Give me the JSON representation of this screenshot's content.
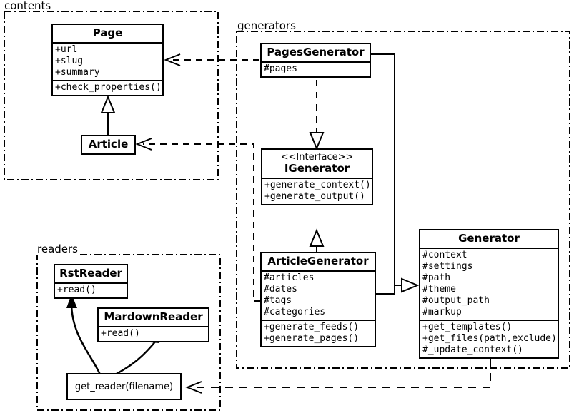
{
  "diagram": {
    "title": "Pelican architecture UML class diagram",
    "background": "#ffffff",
    "line_color": "#000000"
  },
  "packages": [
    {
      "id": "contents",
      "label": "contents"
    },
    {
      "id": "generators",
      "label": "generators"
    },
    {
      "id": "readers",
      "label": "readers"
    }
  ],
  "classes": {
    "page": {
      "name": "Page",
      "stereotype": "",
      "attributes": [
        "+url",
        "+slug",
        "+summary"
      ],
      "methods": [
        "+check_properties()"
      ]
    },
    "article": {
      "name": "Article",
      "stereotype": "",
      "attributes": [],
      "methods": []
    },
    "pages_generator": {
      "name": "PagesGenerator",
      "stereotype": "",
      "attributes": [
        "#pages"
      ],
      "methods": []
    },
    "igenerator": {
      "name": "IGenerator",
      "stereotype": "<<Interface>>",
      "attributes": [],
      "methods": [
        "+generate_context()",
        "+generate_output()"
      ]
    },
    "article_generator": {
      "name": "ArticleGenerator",
      "stereotype": "",
      "attributes": [
        "#articles",
        "#dates",
        "#tags",
        "#categories"
      ],
      "methods": [
        "+generate_feeds()",
        "+generate_pages()"
      ]
    },
    "generator": {
      "name": "Generator",
      "stereotype": "",
      "attributes": [
        "#context",
        "#settings",
        "#path",
        "#theme",
        "#output_path",
        "#markup"
      ],
      "methods": [
        "+get_templates()",
        "+get_files(path,exclude)",
        "#_update_context()"
      ]
    },
    "rst_reader": {
      "name": "RstReader",
      "stereotype": "",
      "attributes": [],
      "methods": [
        "+read()"
      ]
    },
    "mardown_reader": {
      "name": "MardownReader",
      "stereotype": "",
      "attributes": [],
      "methods": [
        "+read()"
      ]
    }
  },
  "functions": {
    "get_reader": {
      "label": "get_reader(filename)"
    }
  },
  "relations": [
    {
      "id": "pagesgenerator-to-page",
      "type": "dependency",
      "from": "PagesGenerator",
      "to": "Page",
      "arrow": "open"
    },
    {
      "id": "articlegenerator-to-article",
      "type": "dependency",
      "from": "ArticleGenerator",
      "to": "Article",
      "arrow": "open"
    },
    {
      "id": "article-to-page",
      "type": "inheritance",
      "from": "Article",
      "to": "Page",
      "arrow": "hollow-triangle"
    },
    {
      "id": "pagesgenerator-to-igenerator",
      "type": "realization",
      "from": "PagesGenerator",
      "to": "IGenerator",
      "arrow": "hollow-triangle"
    },
    {
      "id": "articlegenerator-to-igenerator",
      "type": "inheritance",
      "from": "ArticleGenerator",
      "to": "IGenerator",
      "arrow": "hollow-triangle"
    },
    {
      "id": "generators-to-generator",
      "type": "inheritance",
      "from": "PagesGenerator, ArticleGenerator",
      "to": "Generator",
      "arrow": "hollow-triangle"
    },
    {
      "id": "generator-to-getreader",
      "type": "dependency",
      "from": "Generator",
      "to": "get_reader(filename)",
      "arrow": "open"
    },
    {
      "id": "getreader-to-rstreader",
      "type": "creates",
      "from": "get_reader(filename)",
      "to": "RstReader",
      "arrow": "open-curved"
    },
    {
      "id": "getreader-to-mardownreader",
      "type": "creates",
      "from": "get_reader(filename)",
      "to": "MardownReader",
      "arrow": "open-curved"
    }
  ]
}
